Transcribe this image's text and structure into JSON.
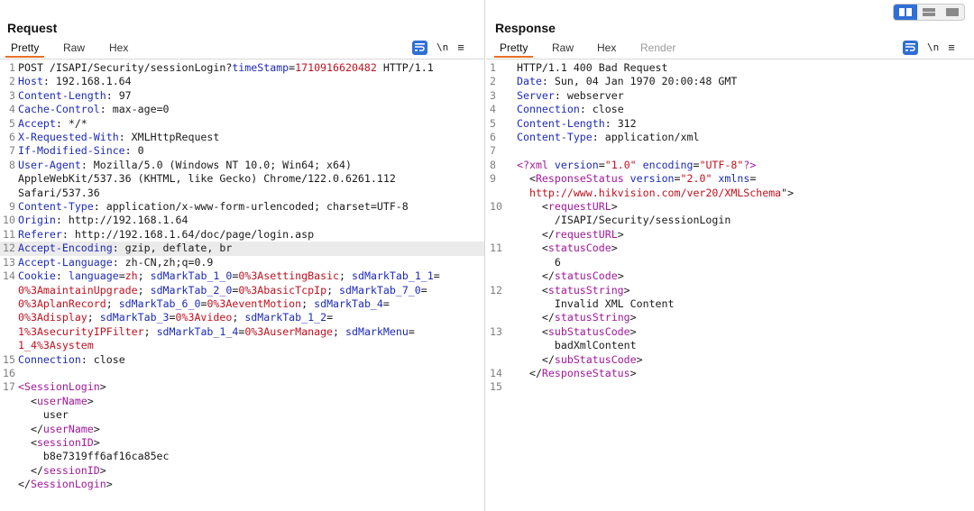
{
  "request": {
    "title": "Request",
    "tabs": [
      "Pretty",
      "Raw",
      "Hex"
    ],
    "lines": [
      {
        "n": "1",
        "parts": [
          [
            "v",
            "POST /ISAPI/Security/sessionLogin?"
          ],
          [
            "k",
            "timeStamp"
          ],
          [
            "v",
            "="
          ],
          [
            "num",
            "1710916620482"
          ],
          [
            "v",
            " HTTP/1.1"
          ]
        ]
      },
      {
        "n": "2",
        "parts": [
          [
            "k",
            "Host"
          ],
          [
            "v",
            ": 192.168.1.64"
          ]
        ]
      },
      {
        "n": "3",
        "parts": [
          [
            "k",
            "Content-Length"
          ],
          [
            "v",
            ": 97"
          ]
        ]
      },
      {
        "n": "4",
        "parts": [
          [
            "k",
            "Cache-Control"
          ],
          [
            "v",
            ": max-age=0"
          ]
        ]
      },
      {
        "n": "5",
        "parts": [
          [
            "k",
            "Accept"
          ],
          [
            "v",
            ": */*"
          ]
        ]
      },
      {
        "n": "6",
        "parts": [
          [
            "k",
            "X-Requested-With"
          ],
          [
            "v",
            ": XMLHttpRequest"
          ]
        ]
      },
      {
        "n": "7",
        "parts": [
          [
            "k",
            "If-Modified-Since"
          ],
          [
            "v",
            ": 0"
          ]
        ]
      },
      {
        "n": "8",
        "parts": [
          [
            "k",
            "User-Agent"
          ],
          [
            "v",
            ": Mozilla/5.0 (Windows NT 10.0; Win64; x64)"
          ]
        ]
      },
      {
        "n": "",
        "parts": [
          [
            "v",
            "AppleWebKit/537.36 (KHTML, like Gecko) Chrome/122.0.6261.112"
          ]
        ]
      },
      {
        "n": "",
        "parts": [
          [
            "v",
            "Safari/537.36"
          ]
        ]
      },
      {
        "n": "9",
        "parts": [
          [
            "k",
            "Content-Type"
          ],
          [
            "v",
            ": application/x-www-form-urlencoded; charset=UTF-8"
          ]
        ]
      },
      {
        "n": "10",
        "parts": [
          [
            "k",
            "Origin"
          ],
          [
            "v",
            ": http://192.168.1.64"
          ]
        ]
      },
      {
        "n": "11",
        "parts": [
          [
            "k",
            "Referer"
          ],
          [
            "v",
            ": http://192.168.1.64/doc/page/login.asp"
          ]
        ]
      },
      {
        "n": "12",
        "hl": true,
        "parts": [
          [
            "k",
            "Accept-Encoding"
          ],
          [
            "v",
            ": gzip, deflate, br"
          ]
        ]
      },
      {
        "n": "13",
        "parts": [
          [
            "k",
            "Accept-Language"
          ],
          [
            "v",
            ": zh-CN,zh;q=0.9"
          ]
        ]
      },
      {
        "n": "14",
        "parts": [
          [
            "k",
            "Cookie"
          ],
          [
            "v",
            ": "
          ],
          [
            "k",
            "language"
          ],
          [
            "v",
            "="
          ],
          [
            "str",
            "zh"
          ],
          [
            "v",
            "; "
          ],
          [
            "k",
            "sdMarkTab_1_0"
          ],
          [
            "v",
            "="
          ],
          [
            "str",
            "0%3AsettingBasic"
          ],
          [
            "v",
            "; "
          ],
          [
            "k",
            "sdMarkTab_1_1"
          ],
          [
            "v",
            "="
          ]
        ]
      },
      {
        "n": "",
        "parts": [
          [
            "str",
            "0%3AmaintainUpgrade"
          ],
          [
            "v",
            "; "
          ],
          [
            "k",
            "sdMarkTab_2_0"
          ],
          [
            "v",
            "="
          ],
          [
            "str",
            "0%3AbasicTcpIp"
          ],
          [
            "v",
            "; "
          ],
          [
            "k",
            "sdMarkTab_7_0"
          ],
          [
            "v",
            "="
          ]
        ]
      },
      {
        "n": "",
        "parts": [
          [
            "str",
            "0%3AplanRecord"
          ],
          [
            "v",
            "; "
          ],
          [
            "k",
            "sdMarkTab_6_0"
          ],
          [
            "v",
            "="
          ],
          [
            "str",
            "0%3AeventMotion"
          ],
          [
            "v",
            "; "
          ],
          [
            "k",
            "sdMarkTab_4"
          ],
          [
            "v",
            "="
          ]
        ]
      },
      {
        "n": "",
        "parts": [
          [
            "str",
            "0%3Adisplay"
          ],
          [
            "v",
            "; "
          ],
          [
            "k",
            "sdMarkTab_3"
          ],
          [
            "v",
            "="
          ],
          [
            "str",
            "0%3Avideo"
          ],
          [
            "v",
            "; "
          ],
          [
            "k",
            "sdMarkTab_1_2"
          ],
          [
            "v",
            "="
          ]
        ]
      },
      {
        "n": "",
        "parts": [
          [
            "str",
            "1%3AsecurityIPFilter"
          ],
          [
            "v",
            "; "
          ],
          [
            "k",
            "sdMarkTab_1_4"
          ],
          [
            "v",
            "="
          ],
          [
            "str",
            "0%3AuserManage"
          ],
          [
            "v",
            "; "
          ],
          [
            "k",
            "sdMarkMenu"
          ],
          [
            "v",
            "="
          ]
        ]
      },
      {
        "n": "",
        "parts": [
          [
            "str",
            "1_4%3Asystem"
          ]
        ]
      },
      {
        "n": "15",
        "parts": [
          [
            "k",
            "Connection"
          ],
          [
            "v",
            ": close"
          ]
        ]
      },
      {
        "n": "16",
        "parts": [
          [
            "v",
            ""
          ]
        ]
      },
      {
        "n": "17",
        "parts": [
          [
            "tag",
            "<SessionLogin"
          ],
          [
            "v",
            ">"
          ]
        ]
      },
      {
        "n": "",
        "parts": [
          [
            "v",
            "  <"
          ],
          [
            "tag",
            "userName"
          ],
          [
            "v",
            ">"
          ]
        ]
      },
      {
        "n": "",
        "parts": [
          [
            "v",
            "    user"
          ]
        ]
      },
      {
        "n": "",
        "parts": [
          [
            "v",
            "  </"
          ],
          [
            "tag",
            "userName"
          ],
          [
            "v",
            ">"
          ]
        ]
      },
      {
        "n": "",
        "parts": [
          [
            "v",
            "  <"
          ],
          [
            "tag",
            "sessionID"
          ],
          [
            "v",
            ">"
          ]
        ]
      },
      {
        "n": "",
        "parts": [
          [
            "v",
            "    b8e7319ff6af16ca85ec"
          ]
        ]
      },
      {
        "n": "",
        "parts": [
          [
            "v",
            "  </"
          ],
          [
            "tag",
            "sessionID"
          ],
          [
            "v",
            ">"
          ]
        ]
      },
      {
        "n": "",
        "parts": [
          [
            "v",
            "</"
          ],
          [
            "tag",
            "SessionLogin"
          ],
          [
            "v",
            ">"
          ]
        ]
      }
    ]
  },
  "response": {
    "title": "Response",
    "tabs": [
      "Pretty",
      "Raw",
      "Hex",
      "Render"
    ],
    "lines": [
      {
        "n": "1",
        "parts": [
          [
            "v",
            "HTTP/1.1 400 Bad Request"
          ]
        ]
      },
      {
        "n": "2",
        "parts": [
          [
            "k",
            "Date"
          ],
          [
            "v",
            ": Sun, 04 Jan 1970 20:00:48 GMT"
          ]
        ]
      },
      {
        "n": "3",
        "parts": [
          [
            "k",
            "Server"
          ],
          [
            "v",
            ": webserver"
          ]
        ]
      },
      {
        "n": "4",
        "parts": [
          [
            "k",
            "Connection"
          ],
          [
            "v",
            ": close"
          ]
        ]
      },
      {
        "n": "5",
        "parts": [
          [
            "k",
            "Content-Length"
          ],
          [
            "v",
            ": 312"
          ]
        ]
      },
      {
        "n": "6",
        "parts": [
          [
            "k",
            "Content-Type"
          ],
          [
            "v",
            ": application/xml"
          ]
        ]
      },
      {
        "n": "7",
        "parts": [
          [
            "v",
            ""
          ]
        ]
      },
      {
        "n": "8",
        "parts": [
          [
            "tag",
            "<?xml"
          ],
          [
            "v",
            " "
          ],
          [
            "attr",
            "version"
          ],
          [
            "v",
            "="
          ],
          [
            "str",
            "\"1.0\""
          ],
          [
            "v",
            " "
          ],
          [
            "attr",
            "encoding"
          ],
          [
            "v",
            "="
          ],
          [
            "str",
            "\"UTF-8\""
          ],
          [
            "tag",
            "?>"
          ]
        ]
      },
      {
        "n": "9",
        "parts": [
          [
            "v",
            "  <"
          ],
          [
            "tag",
            "ResponseStatus"
          ],
          [
            "v",
            " "
          ],
          [
            "attr",
            "version"
          ],
          [
            "v",
            "="
          ],
          [
            "str",
            "\"2.0\""
          ],
          [
            "v",
            " "
          ],
          [
            "attr",
            "xmlns"
          ],
          [
            "v",
            "="
          ]
        ]
      },
      {
        "n": "",
        "parts": [
          [
            "str",
            "  http://www.hikvision.com/ver20/XMLSchema"
          ],
          [
            "v",
            "\">"
          ]
        ]
      },
      {
        "n": "10",
        "parts": [
          [
            "v",
            "    <"
          ],
          [
            "tag",
            "requestURL"
          ],
          [
            "v",
            ">"
          ]
        ]
      },
      {
        "n": "",
        "parts": [
          [
            "v",
            "      /ISAPI/Security/sessionLogin"
          ]
        ]
      },
      {
        "n": "",
        "parts": [
          [
            "v",
            "    </"
          ],
          [
            "tag",
            "requestURL"
          ],
          [
            "v",
            ">"
          ]
        ]
      },
      {
        "n": "11",
        "parts": [
          [
            "v",
            "    <"
          ],
          [
            "tag",
            "statusCode"
          ],
          [
            "v",
            ">"
          ]
        ]
      },
      {
        "n": "",
        "parts": [
          [
            "v",
            "      6"
          ]
        ]
      },
      {
        "n": "",
        "parts": [
          [
            "v",
            "    </"
          ],
          [
            "tag",
            "statusCode"
          ],
          [
            "v",
            ">"
          ]
        ]
      },
      {
        "n": "12",
        "parts": [
          [
            "v",
            "    <"
          ],
          [
            "tag",
            "statusString"
          ],
          [
            "v",
            ">"
          ]
        ]
      },
      {
        "n": "",
        "parts": [
          [
            "v",
            "      Invalid XML Content"
          ]
        ]
      },
      {
        "n": "",
        "parts": [
          [
            "v",
            "    </"
          ],
          [
            "tag",
            "statusString"
          ],
          [
            "v",
            ">"
          ]
        ]
      },
      {
        "n": "13",
        "parts": [
          [
            "v",
            "    <"
          ],
          [
            "tag",
            "subStatusCode"
          ],
          [
            "v",
            ">"
          ]
        ]
      },
      {
        "n": "",
        "parts": [
          [
            "v",
            "      badXmlContent"
          ]
        ]
      },
      {
        "n": "",
        "parts": [
          [
            "v",
            "    </"
          ],
          [
            "tag",
            "subStatusCode"
          ],
          [
            "v",
            ">"
          ]
        ]
      },
      {
        "n": "14",
        "parts": [
          [
            "v",
            "  </"
          ],
          [
            "tag",
            "ResponseStatus"
          ],
          [
            "v",
            ">"
          ]
        ]
      },
      {
        "n": "15",
        "parts": [
          [
            "v",
            ""
          ]
        ]
      }
    ]
  },
  "toolbar": {
    "newline_label": "\\n",
    "menu_label": "≡",
    "active_tab": "Pretty",
    "accent_color": "#e8702a",
    "icon_color": "#2f6fd6"
  }
}
